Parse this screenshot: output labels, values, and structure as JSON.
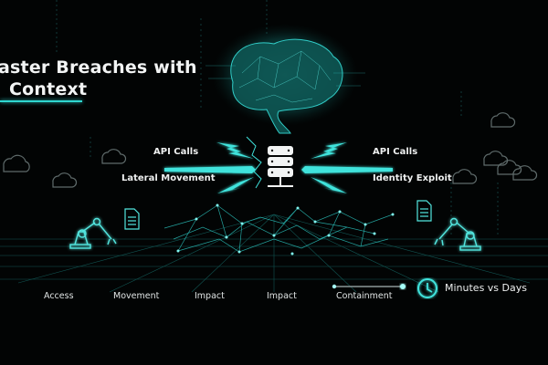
{
  "headline": {
    "line1": "aster Breaches with",
    "line2": "Context"
  },
  "left_labels": [
    "API Calls",
    "Lateral Movement"
  ],
  "right_labels": [
    "API Calls",
    "Identity Exploit"
  ],
  "timeline": {
    "stages": [
      "Access",
      "Movement",
      "Impact",
      "Impact",
      "Containment"
    ],
    "clock_label": "Minutes vs Days"
  },
  "icons": [
    "brain-network-icon",
    "server-icon",
    "robot-arm-icon",
    "document-icon",
    "cloud-icon",
    "clock-icon",
    "lightning-icon"
  ],
  "colors": {
    "background": "#020404",
    "accent": "#2fd6d0",
    "cloud_outline": "#6a7474",
    "text": "#eef0f0"
  }
}
